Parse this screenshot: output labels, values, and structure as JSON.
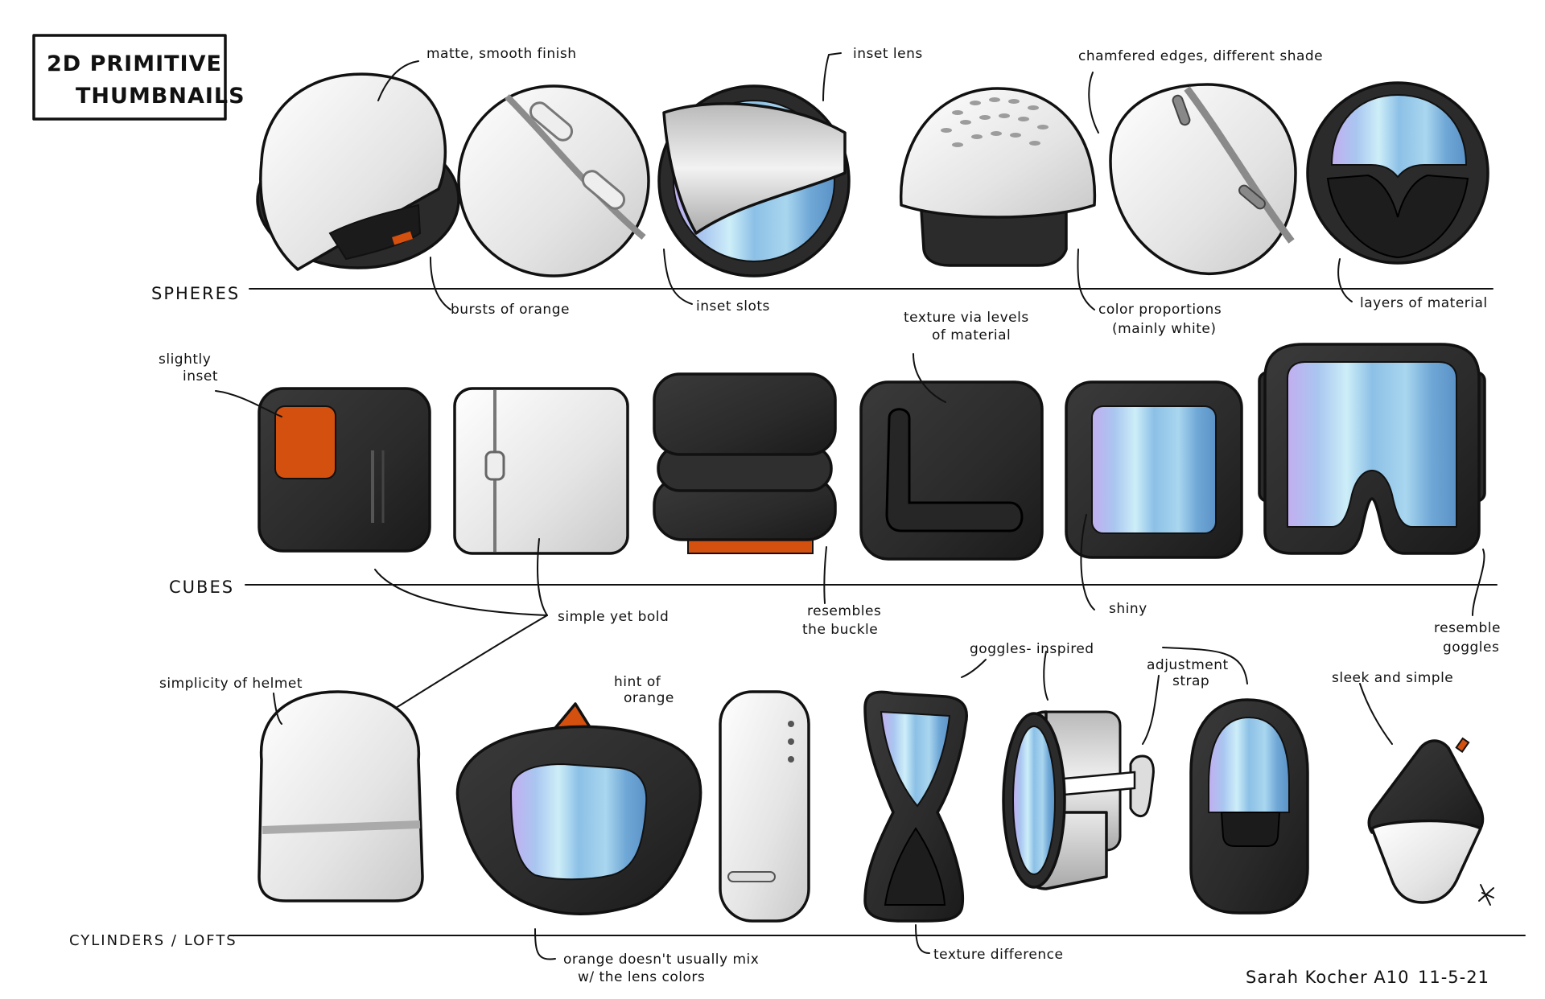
{
  "title": {
    "line1": "2D PRIMITIVE",
    "line2": "THUMBNAILS"
  },
  "rows": {
    "spheres": "SPHERES",
    "cubes": "CUBES",
    "cylinders": "CYLINDERS / LOFTS"
  },
  "annotations": {
    "matte_smooth": "matte, smooth finish",
    "inset_lens": "inset lens",
    "chamfered": "chamfered edges, different shade",
    "bursts_orange": "bursts of orange",
    "inset_slots": "inset slots",
    "color_prop_1": "color proportions",
    "color_prop_2": "(mainly white)",
    "layers_material": "layers of material",
    "slightly_1": "slightly",
    "slightly_2": "inset",
    "texture_levels_1": "texture via levels",
    "texture_levels_2": "of material",
    "simple_bold": "simple yet bold",
    "buckle_1": "resembles",
    "buckle_2": "the buckle",
    "shiny": "shiny",
    "goggles_1": "resemble",
    "goggles_2": "goggles",
    "simplicity": "simplicity of helmet",
    "hint_1": "hint of",
    "hint_2": "orange",
    "goggles_inspired": "goggles- inspired",
    "strap_1": "adjustment",
    "strap_2": "strap",
    "sleek": "sleek and simple",
    "orange_mix_1": "orange doesn't usually mix",
    "orange_mix_2": "w/ the lens colors",
    "texture_diff": "texture difference"
  },
  "signature": {
    "name": "Sarah Kocher A10",
    "date": "11-5-21"
  },
  "palette": {
    "white_shell": "#e6e6e6",
    "black_body": "#2b2b2b",
    "orange_accent": "#d4500f",
    "lens_blue": "#6ea4d6",
    "lens_purple": "#b5a8e8",
    "outline": "#111111"
  }
}
